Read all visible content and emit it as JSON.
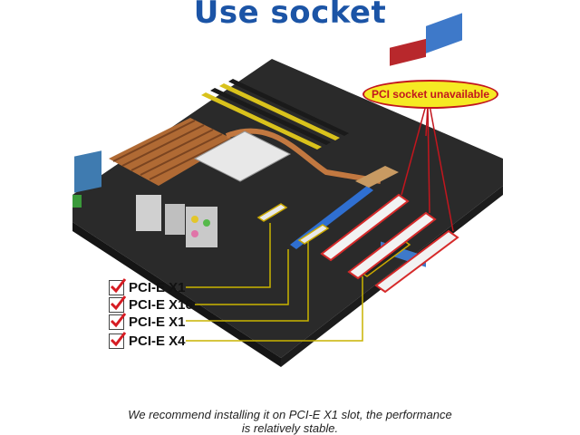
{
  "title": "Use socket",
  "callout": {
    "text": "PCI socket unavailable",
    "border_color": "#c2161e",
    "fill_color": "#f6ea23"
  },
  "slots": [
    {
      "label": "PCI-E X1",
      "checked": true
    },
    {
      "label": "PCI-E X16",
      "checked": true
    },
    {
      "label": "PCI-E X1",
      "checked": true
    },
    {
      "label": "PCI-E X4",
      "checked": true
    }
  ],
  "note": {
    "line1": "We recommend installing it on PCI-E X1 slot, the performance",
    "line2": "is relatively stable."
  },
  "colors": {
    "title": "#1b54a6",
    "leader_lines": "#c9b400",
    "pci_highlight": "#d62a2a"
  }
}
